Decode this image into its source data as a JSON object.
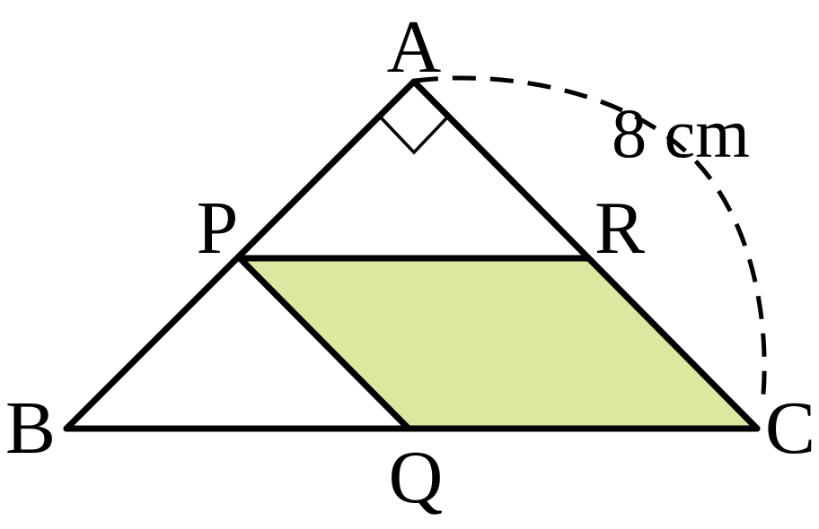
{
  "figure": {
    "vertices": {
      "A": "A",
      "B": "B",
      "C": "C",
      "P": "P",
      "Q": "Q",
      "R": "R"
    },
    "length_label": "8 cm",
    "shaded_fill": "#dbe8a0",
    "line_color": "#000000"
  }
}
